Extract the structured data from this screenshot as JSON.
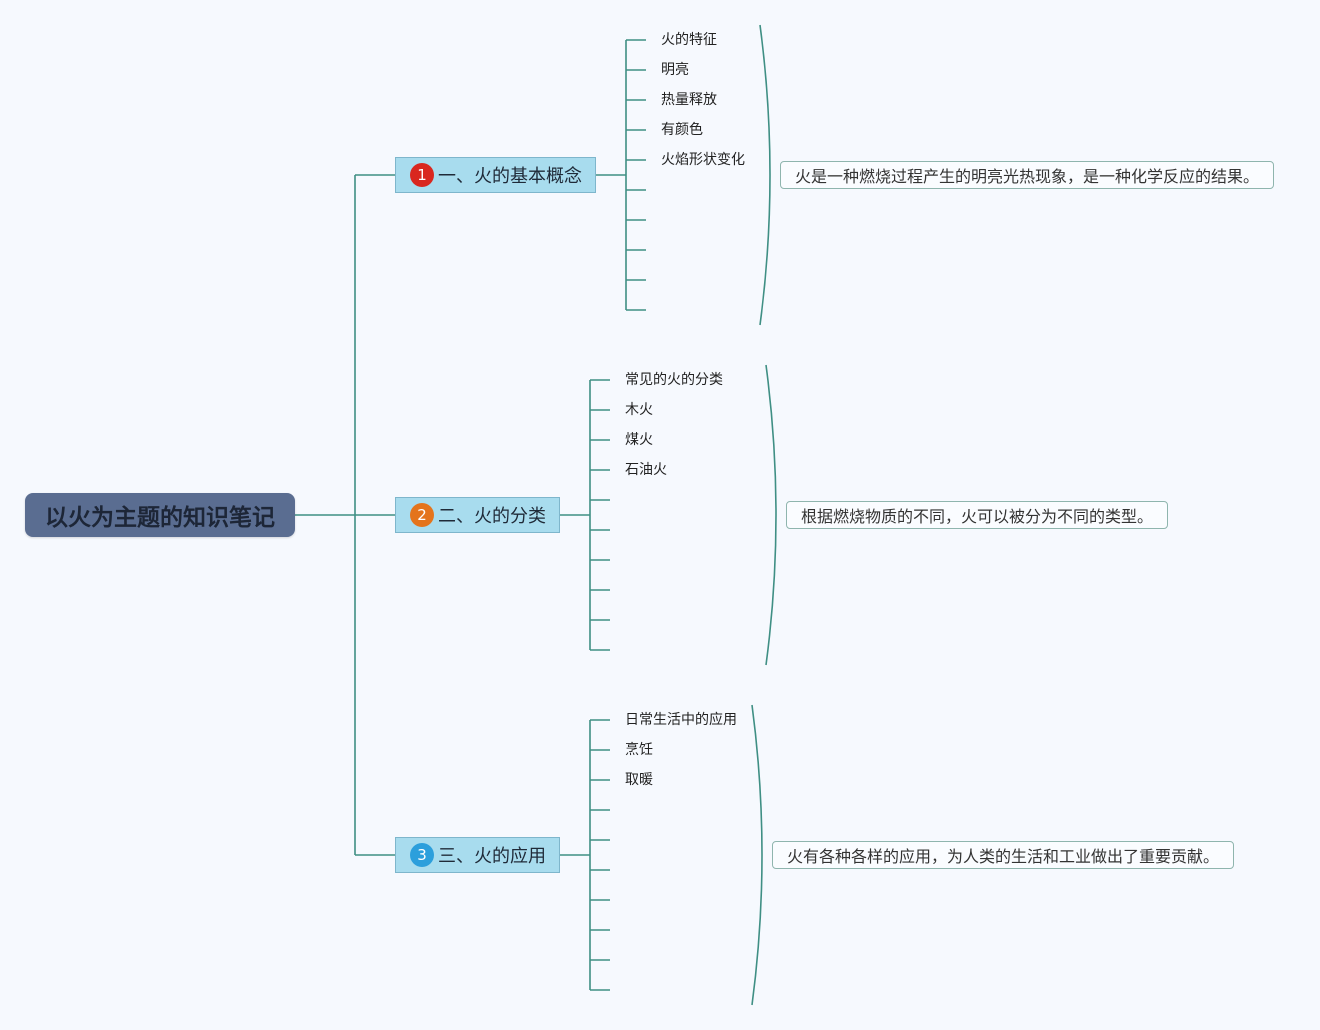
{
  "root": {
    "title": "以火为主题的知识笔记"
  },
  "branches": [
    {
      "number": "1",
      "badge_color": "#d9271f",
      "label": "一、火的基本概念",
      "items": [
        "火的特征",
        "明亮",
        "热量释放",
        "有颜色",
        "火焰形状变化"
      ],
      "summary": "火是一种燃烧过程产生的明亮光热现象，是一种化学反应的结果。"
    },
    {
      "number": "2",
      "badge_color": "#e4741c",
      "label": "二、火的分类",
      "items": [
        "常见的火的分类",
        "木火",
        "煤火",
        "石油火"
      ],
      "summary": "根据燃烧物质的不同，火可以被分为不同的类型。"
    },
    {
      "number": "3",
      "badge_color": "#2c9fdc",
      "label": "三、火的应用",
      "items": [
        "日常生活中的应用",
        "烹饪",
        "取暖"
      ],
      "summary": "火有各种各样的应用，为人类的生活和工业做出了重要贡献。"
    }
  ],
  "colors": {
    "connector": "#3f8f84",
    "root_fill": "#5a6d91",
    "branch_fill": "#a8dcee",
    "background": "#f6f9fe"
  }
}
